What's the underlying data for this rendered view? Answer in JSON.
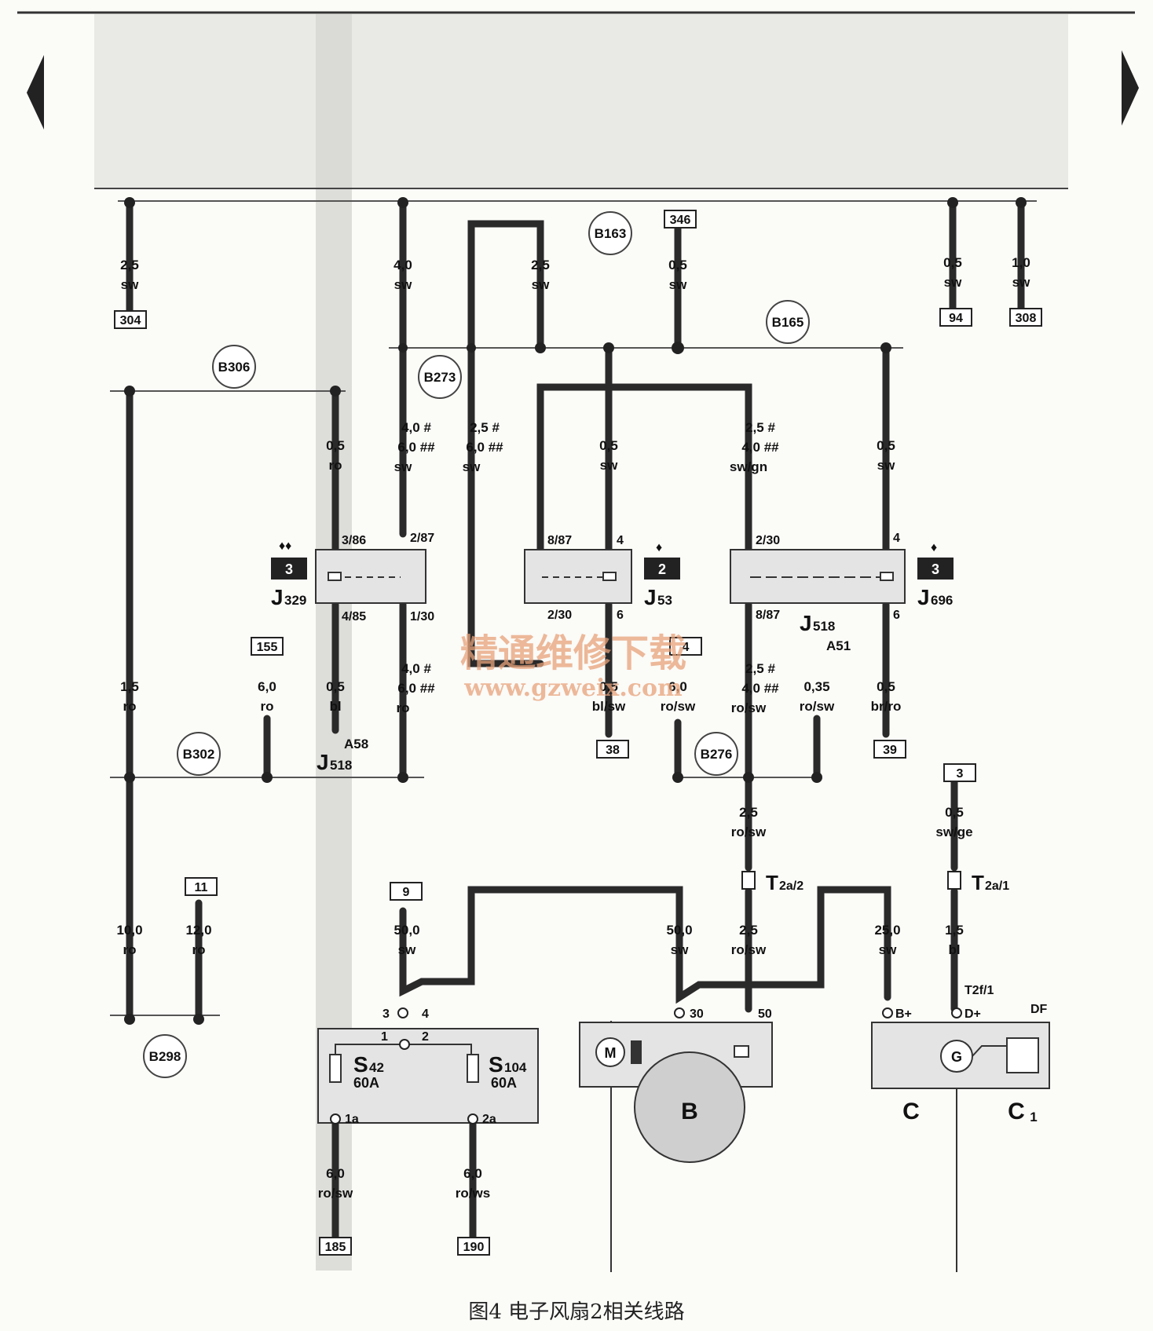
{
  "caption": "图4 电子风扇2相关线路",
  "watermark": {
    "line1": "精通维修下载",
    "line2": "www.gzweix.com"
  },
  "nodes": {
    "B163": "B163",
    "B165": "B165",
    "B306": "B306",
    "B273": "B273",
    "B302": "B302",
    "B276": "B276",
    "B298": "B298"
  },
  "refs": {
    "r304": "304",
    "r346": "346",
    "r94": "94",
    "r308": "308",
    "r155": "155",
    "r4": "4",
    "r38": "38",
    "r39": "39",
    "r3": "3",
    "r9": "9",
    "r11": "11",
    "r185": "185",
    "r190": "190"
  },
  "wires": {
    "w1": {
      "size": "2,5",
      "color": "sw"
    },
    "w2": {
      "size": "4,0",
      "color": "sw"
    },
    "w3": {
      "size": "2,5",
      "color": "sw"
    },
    "w4": {
      "size": "0,5",
      "color": "sw"
    },
    "w5": {
      "size": "0,5",
      "color": "sw"
    },
    "w6": {
      "size": "1,0",
      "color": "sw"
    },
    "w7": {
      "size": "0,5",
      "color": "ro"
    },
    "w8": {
      "size1": "4,0 #",
      "size2": "6,0 ##",
      "color": "sw"
    },
    "w9": {
      "size1": "2,5 #",
      "size2": "6,0 ##",
      "color": "sw"
    },
    "w10": {
      "size": "0,5",
      "color": "sw"
    },
    "w11": {
      "size1": "2,5 #",
      "size2": "4,0 ##",
      "color": "sw/gn"
    },
    "w12": {
      "size": "0,5",
      "color": "sw"
    },
    "w13": {
      "size": "1,5",
      "color": "ro"
    },
    "w14": {
      "size": "6,0",
      "color": "ro"
    },
    "w15": {
      "size": "0,5",
      "color": "bl"
    },
    "w16": {
      "size1": "4,0 #",
      "size2": "6,0 ##",
      "color": "ro"
    },
    "w17": {
      "size": "0,5",
      "color": "bl/sw"
    },
    "w18": {
      "size": "6,0",
      "color": "ro/sw"
    },
    "w19": {
      "size1": "2,5 #",
      "size2": "4,0 ##",
      "color": "ro/sw"
    },
    "w20": {
      "size": "0,35",
      "color": "ro/sw"
    },
    "w21": {
      "size": "0,5",
      "color": "br/ro"
    },
    "w22": {
      "size": "2,5",
      "color": "ro/sw"
    },
    "w23": {
      "size": "0,5",
      "color": "sw/ge"
    },
    "w24": {
      "size": "10,0",
      "color": "ro"
    },
    "w25": {
      "size": "12,0",
      "color": "ro"
    },
    "w26": {
      "size": "50,0",
      "color": "sw"
    },
    "w27": {
      "size": "50,0",
      "color": "sw"
    },
    "w28": {
      "size": "2,5",
      "color": "ro/sw"
    },
    "w29": {
      "size": "25,0",
      "color": "sw"
    },
    "w30": {
      "size": "1,5",
      "color": "bl"
    },
    "w31": {
      "size": "6,0",
      "color": "ro/sw"
    },
    "w32": {
      "size": "6,0",
      "color": "ro/ws"
    }
  },
  "components": {
    "J329": {
      "name": "J",
      "sub": "329",
      "slot": "3",
      "mark": "♦♦",
      "pins": [
        "3/86",
        "2/87",
        "4/85",
        "1/30"
      ]
    },
    "J53": {
      "name": "J",
      "sub": "53",
      "slot": "2",
      "mark": "♦",
      "pins": [
        "8/87",
        "4",
        "2/30",
        "6"
      ]
    },
    "J696": {
      "name": "J",
      "sub": "696",
      "slot": "3",
      "mark": "♦",
      "pins": [
        "2/30",
        "4",
        "8/87",
        "6"
      ]
    },
    "J518a": {
      "name": "J",
      "sub": "518",
      "pin": "A58"
    },
    "J518b": {
      "name": "J",
      "sub": "518",
      "pin": "A51"
    },
    "T2a2": {
      "name": "T",
      "sub": "2a/2"
    },
    "T2a1": {
      "name": "T",
      "sub": "2a/1"
    },
    "S42": {
      "name": "S",
      "sub": "42",
      "rating": "60A"
    },
    "S104": {
      "name": "S",
      "sub": "104",
      "rating": "60A"
    },
    "fusebox_pins": [
      "3",
      "4",
      "1",
      "2",
      "1a",
      "2a"
    ],
    "starter": {
      "label": "B",
      "motor": "M",
      "pins": [
        "30",
        "50"
      ]
    },
    "alternator": {
      "label": "C",
      "reg_label": "C",
      "reg_sub": "1",
      "gen": "G",
      "pins": [
        "B+",
        "D+",
        "DF"
      ],
      "plug": "T2f/1"
    }
  }
}
